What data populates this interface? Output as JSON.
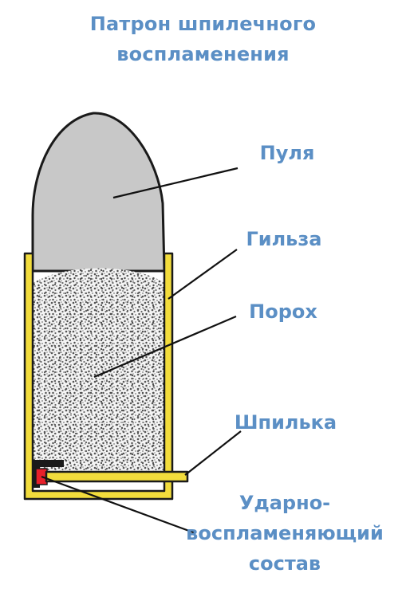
{
  "title": {
    "line1": "Патрон шпилечного",
    "line2": "воспламенения"
  },
  "labels": {
    "bullet": "Пуля",
    "case": "Гильза",
    "powder": "Порох",
    "pin": "Шпилька",
    "primer_line1": "Ударно-",
    "primer_line2": "воспламеняющий",
    "primer_line3": "состав"
  },
  "colors": {
    "label_text": "#5b8fc5",
    "bullet_fill": "#c8c8c8",
    "case_fill": "#f2dc3c",
    "primer_fill": "#e8202a",
    "outline": "#1a1a1a"
  }
}
